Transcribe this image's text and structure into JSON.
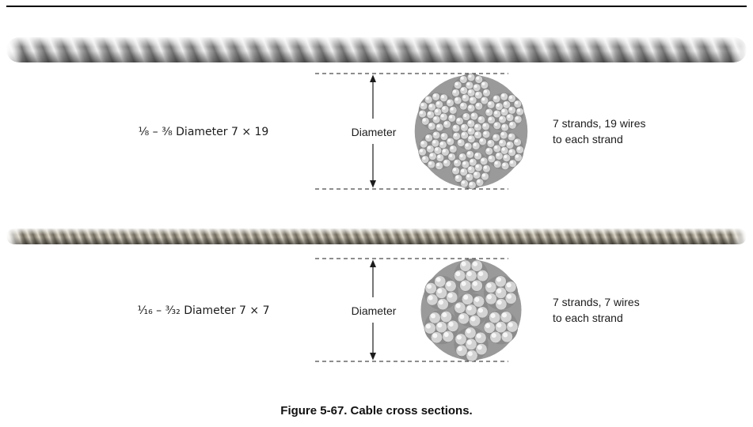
{
  "figure": {
    "caption_prefix": "Figure 5-67.",
    "caption_text": "Cable cross sections."
  },
  "sections": [
    {
      "size_label": "¹⁄₈ – ³⁄₈ Diameter 7 × 19",
      "diameter_label": "Diameter",
      "strands_line1": "7 strands, 19 wires",
      "strands_line2": "to each strand",
      "strands": 7,
      "wires_per_strand": 19
    },
    {
      "size_label": "¹⁄₁₆ – ³⁄₃₂ Diameter 7 × 7",
      "diameter_label": "Diameter",
      "strands_line1": "7 strands, 7 wires",
      "strands_line2": "to each strand",
      "strands": 7,
      "wires_per_strand": 7
    }
  ]
}
